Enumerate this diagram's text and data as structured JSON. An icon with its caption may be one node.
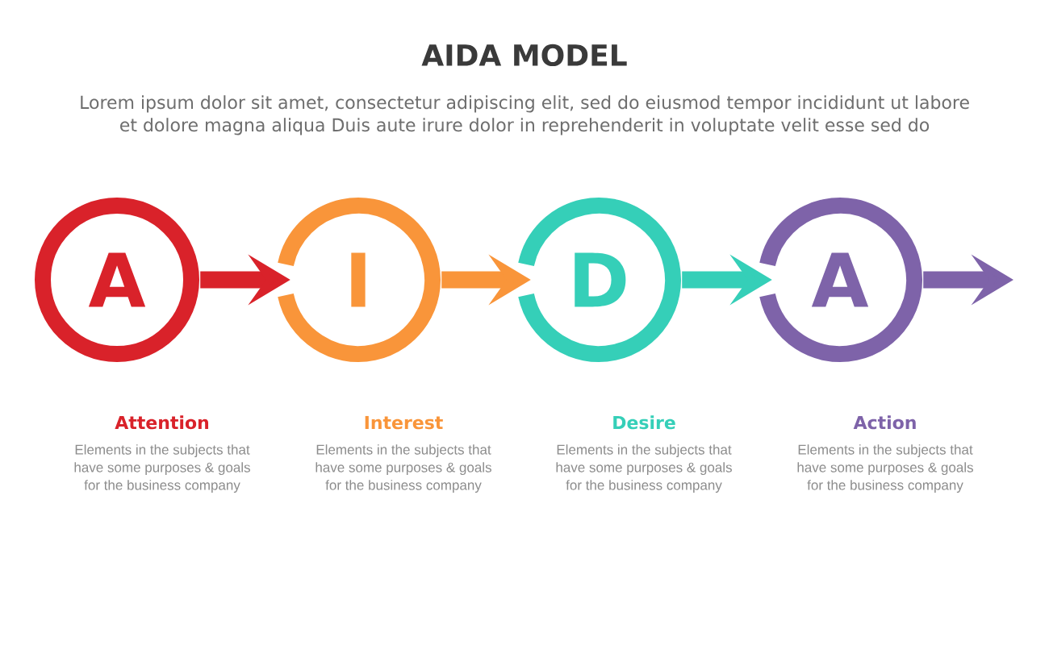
{
  "diagram": {
    "title": "AIDA MODEL",
    "nodes": [
      {
        "text": [
          "A"
        ],
        "beside": [
          "Attention",
          "Elements in the subjects that have some purposes & goals for the business company"
        ]
      },
      {
        "text": [
          "I"
        ],
        "beside": [
          "Interest",
          "Elements in the subjects that have some purposes & goals for the business company"
        ]
      },
      {
        "text": [
          "D"
        ],
        "beside": [
          "Desire",
          "Elements in the subjects that have some purposes & goals for the business company"
        ]
      },
      {
        "text": [
          "A"
        ],
        "beside": [
          "Action",
          "Elements in the subjects that have some purposes & goals for the business company"
        ]
      }
    ],
    "edges": [
      {
        "from": 0,
        "to": 1,
        "arrow": "to",
        "color": "#d9222a"
      },
      {
        "from": 1,
        "to": 2,
        "arrow": "to",
        "color": "#f9953a"
      },
      {
        "from": 2,
        "to": 3,
        "arrow": "to",
        "color": "#35cfb8"
      },
      {
        "from": 3,
        "to": null,
        "arrow": "to",
        "color": "#7e63a9"
      }
    ],
    "labels": [
      "Lorem ipsum dolor sit amet, consectetur adipiscing elit, sed do eiusmod tempor incididunt ut labore et dolore magna aliqua Duis aute irure dolor in reprehenderit in voluptate velit esse sed do"
    ]
  }
}
